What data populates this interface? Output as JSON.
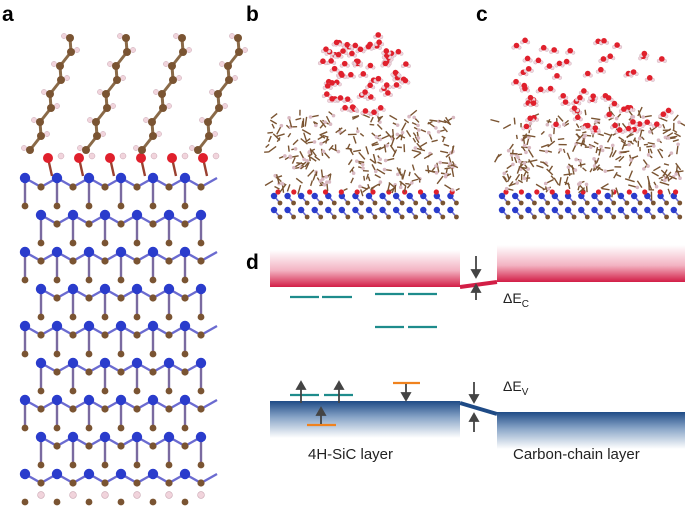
{
  "panels": {
    "a": "a",
    "b": "b",
    "c": "c",
    "d": "d"
  },
  "band_diagram": {
    "delta_ec": {
      "symbol": "ΔE",
      "sub": "C"
    },
    "delta_ev": {
      "symbol": "ΔE",
      "sub": "V"
    },
    "left_label": "4H-SiC layer",
    "right_label": "Carbon-chain layer"
  },
  "colors": {
    "silicon": "#2a3ccc",
    "carbon": "#7a5432",
    "oxygen": "#e0202c",
    "hydrogen": "#f1d4dc",
    "conduction_band": "#d21e46",
    "valence_band": "#1f4b86",
    "teal_states": "#1e8c8c",
    "orange_states": "#f0821e"
  }
}
